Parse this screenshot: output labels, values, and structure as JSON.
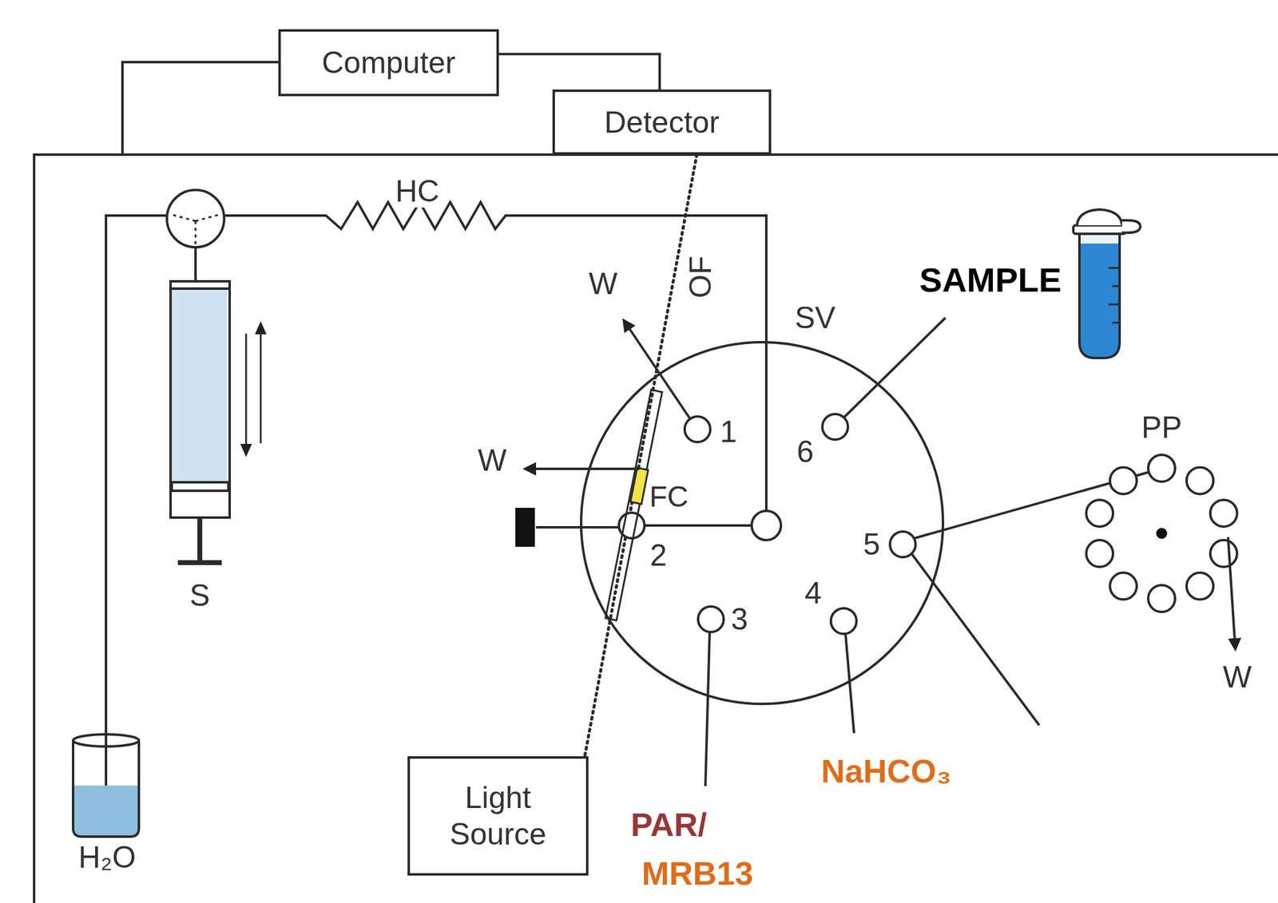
{
  "diagram": {
    "nodes": [
      {
        "text": [
          "Computer"
        ]
      },
      {
        "text": [
          "Detector"
        ]
      },
      {
        "text": [
          "Light Source"
        ]
      }
    ],
    "edges": [
      {
        "from": 0,
        "to": 1,
        "arrow": "none"
      },
      {
        "from": 1,
        "to": 2,
        "arrow": "none"
      }
    ],
    "labels": [
      "HC",
      "OF",
      "W",
      "SV",
      "SAMPLE",
      "1",
      "6",
      "W",
      "FC",
      "2",
      "5",
      "PP",
      "3",
      "4",
      "S",
      "W",
      "NaHCO₃",
      "H₂O",
      "PAR/",
      "MRB13"
    ]
  }
}
